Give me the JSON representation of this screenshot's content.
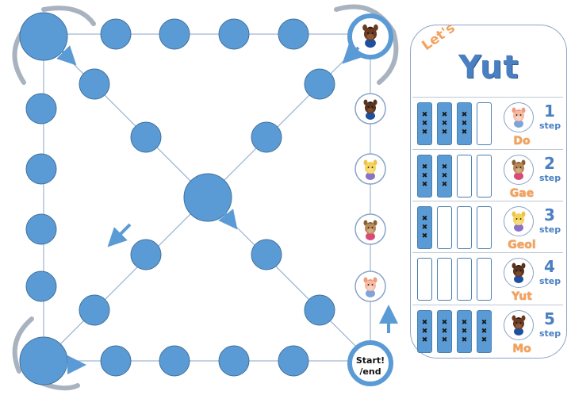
{
  "board": {
    "start_label_line1": "Start!",
    "start_label_line2": "/end",
    "colors": {
      "node": "#5b9bd5",
      "node_stroke": "#41719c",
      "line": "#8aa4c8",
      "arrow": "#5b9bd5"
    }
  },
  "panel": {
    "lets": "Let's",
    "title": "Yut",
    "rows": [
      {
        "name": "Do",
        "number": "1",
        "step": "step",
        "filled": [
          true,
          true,
          true,
          false
        ],
        "avatar": "pig-icon"
      },
      {
        "name": "Gae",
        "number": "2",
        "step": "step",
        "filled": [
          true,
          true,
          false,
          false
        ],
        "avatar": "dog-icon"
      },
      {
        "name": "Geol",
        "number": "3",
        "step": "step",
        "filled": [
          true,
          false,
          false,
          false
        ],
        "avatar": "sheep-icon"
      },
      {
        "name": "Yut",
        "number": "4",
        "step": "step",
        "filled": [
          false,
          false,
          false,
          false
        ],
        "avatar": "cow-icon"
      },
      {
        "name": "Mo",
        "number": "5",
        "step": "step",
        "filled": [
          true,
          true,
          true,
          true
        ],
        "avatar": "horse-icon"
      }
    ]
  },
  "pieces": [
    "horse-icon",
    "cow-icon",
    "sheep-icon",
    "dog-icon",
    "pig-icon"
  ]
}
